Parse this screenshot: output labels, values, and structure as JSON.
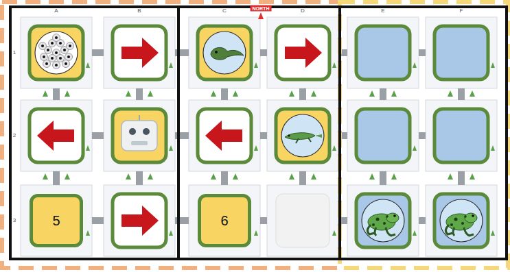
{
  "diagram": {
    "nodes": [
      {
        "text": [
          "5"
        ]
      },
      {
        "text": [
          "6"
        ]
      }
    ],
    "labels": [
      "A",
      "B",
      "C",
      "D",
      "E",
      "F",
      "NORTH",
      "1",
      "2",
      "3"
    ]
  }
}
